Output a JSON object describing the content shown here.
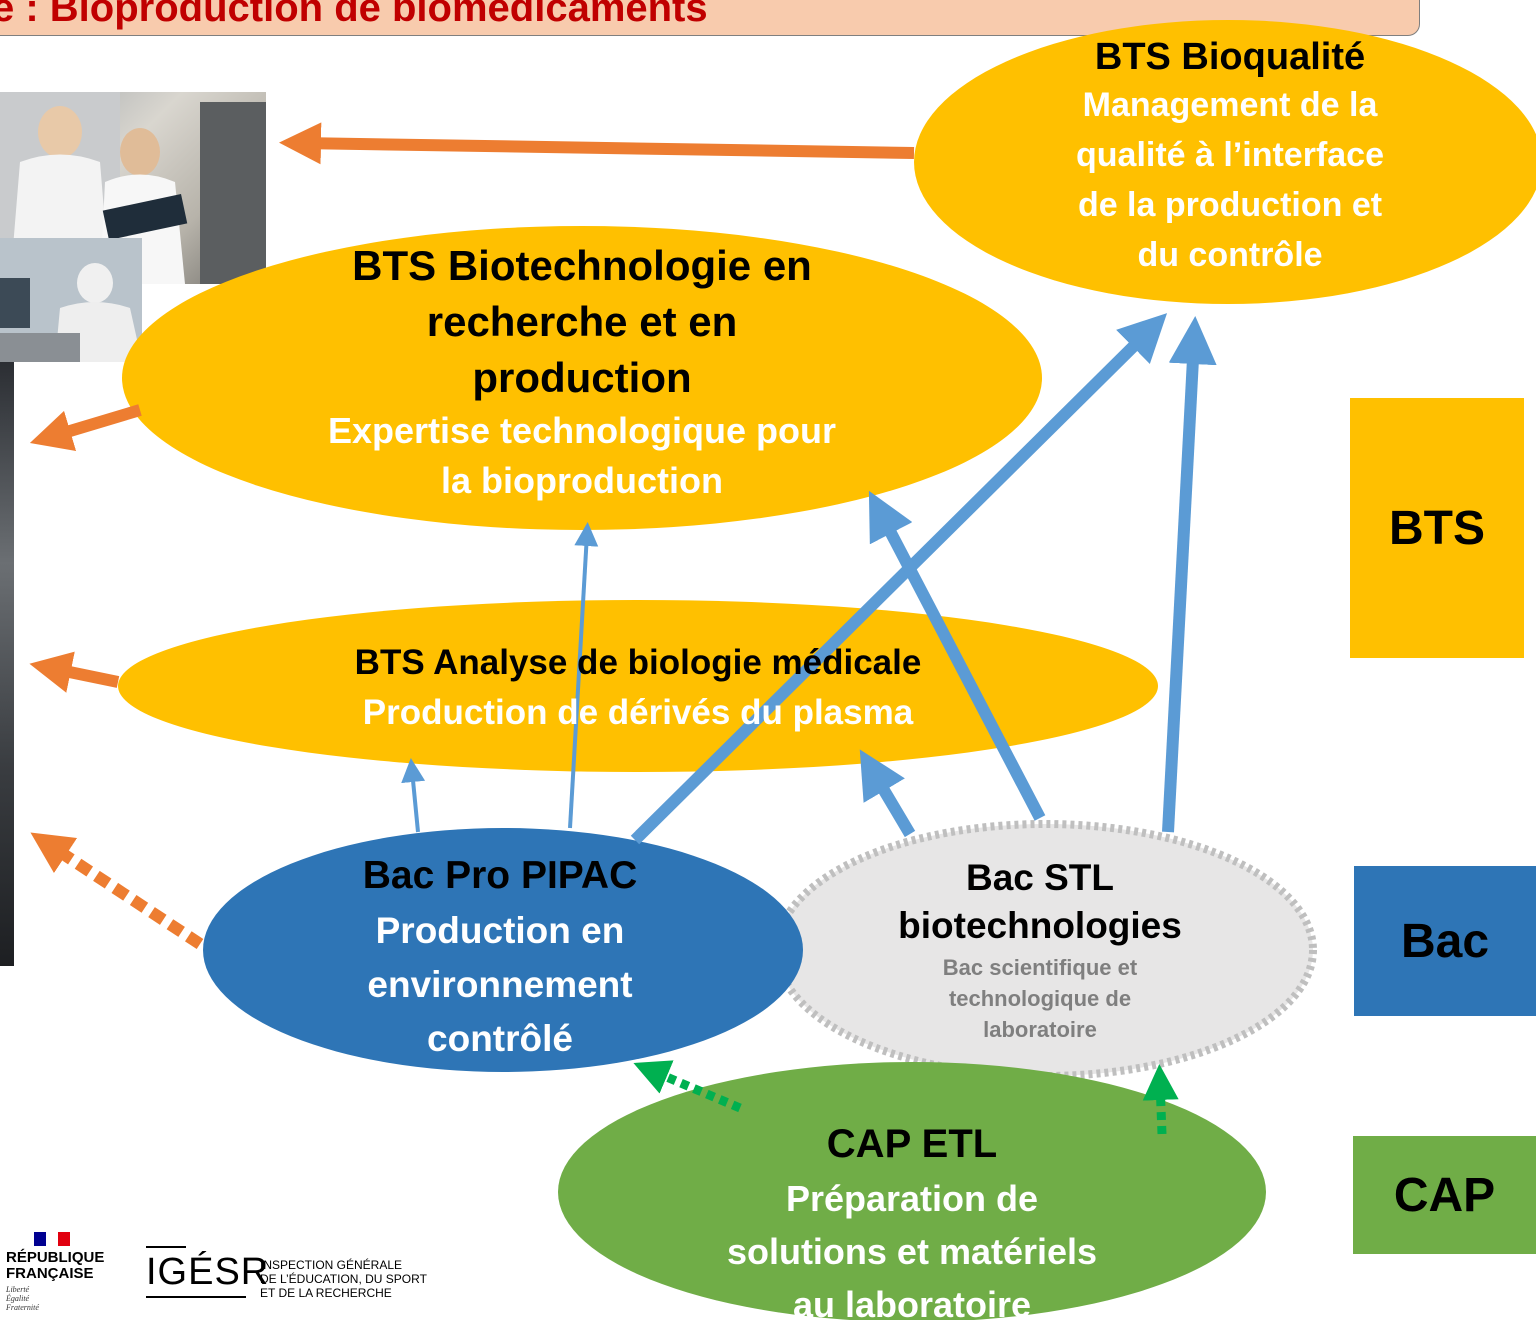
{
  "header": {
    "title": "e : Bioproduction de biomédicaments"
  },
  "nodes": {
    "bioqualite": {
      "title": "BTS Bioqualité",
      "subtitle_lines": [
        "Management de la",
        "qualité à l’interface",
        "de la production et",
        "du contrôle"
      ]
    },
    "biotech": {
      "title_lines": [
        "BTS Biotechnologie en",
        "recherche et en",
        "production"
      ],
      "subtitle_lines": [
        "Expertise technologique pour",
        "la bioproduction"
      ]
    },
    "abm": {
      "title": "BTS Analyse de biologie médicale",
      "subtitle": "Production de dérivés du plasma"
    },
    "pipac": {
      "title": "Bac Pro PIPAC",
      "subtitle_lines": [
        "Production en",
        "environnement",
        "contrôlé"
      ]
    },
    "stl": {
      "title_lines": [
        "Bac STL",
        "biotechnologies"
      ],
      "subtitle_lines": [
        "Bac scientifique et",
        "technologique de",
        "laboratoire"
      ]
    },
    "cap": {
      "title": "CAP ETL",
      "subtitle_lines": [
        "Préparation de",
        "solutions et matériels",
        "au laboratoire"
      ]
    }
  },
  "levels": {
    "bts": "BTS",
    "bac": "Bac",
    "cap": "CAP"
  },
  "logos": {
    "republique": [
      "RÉPUBLIQUE",
      "FRANÇAISE"
    ],
    "motto": [
      "Liberté",
      "Égalité",
      "Fraternité"
    ],
    "igesr": "IGÉSR",
    "igesr_lines": [
      "INSPECTION GÉNÉRALE",
      "DE L’ÉDUCATION, DU SPORT",
      "ET DE LA RECHERCHE"
    ]
  },
  "colors": {
    "bts": "#ffc000",
    "bac_pro": "#2e75b6",
    "stl": "#e7e6e6",
    "cap": "#70ad47",
    "arrow_blue": "#5b9bd5",
    "arrow_orange": "#ed7d31",
    "arrow_green": "#00b050",
    "header_bg": "#f8cbad",
    "header_text": "#c00000"
  }
}
